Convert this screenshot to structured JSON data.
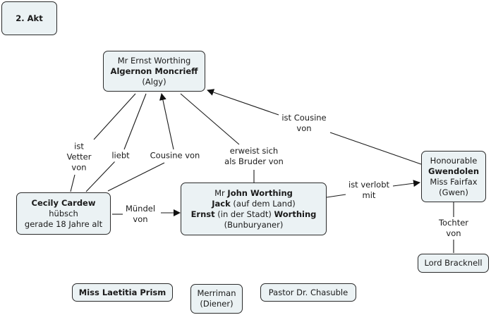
{
  "title": "2. Akt",
  "nodes": {
    "algernon": {
      "line1": "Mr Ernst Worthing",
      "line2": "Algernon Moncrieff",
      "line3": "(Algy)"
    },
    "cecily": {
      "line1": "Cecily Cardew",
      "line2": "hübsch",
      "line3": "gerade 18 Jahre alt"
    },
    "john": {
      "l1a": "Mr ",
      "l1b": "John Worthing",
      "l2a": "Jack",
      "l2b": " (auf dem Land)",
      "l3a": "Ernst",
      "l3b": " (in der Stadt) ",
      "l3c": "Worthing",
      "l4": "(Bunburyaner)"
    },
    "gwendolen": {
      "line1": "Honourable",
      "line2": "Gwendolen",
      "line3": "Miss Fairfax",
      "line4": "(Gwen)"
    },
    "bracknell": {
      "label": "Lord Bracknell"
    },
    "prism": {
      "label": "Miss Laetitia Prism"
    },
    "merriman": {
      "line1": "Merriman",
      "line2": "(Diener)"
    },
    "chasuble": {
      "label": "Pastor Dr. Chasuble"
    }
  },
  "links": {
    "vetter": {
      "line1": "ist",
      "line2": "Vetter",
      "line3": "von"
    },
    "liebt": {
      "label": "liebt"
    },
    "cousine_von": {
      "label": "Cousine von"
    },
    "bruder": {
      "line1": "erweist sich",
      "line2": "als Bruder von"
    },
    "ist_cousine": {
      "line1": "ist Cousine",
      "line2": "von"
    },
    "verlobt": {
      "line1": "ist verlobt",
      "line2": "mit"
    },
    "muendel": {
      "line1": "Mündel",
      "line2": "von"
    },
    "tochter": {
      "line1": "Tochter",
      "line2": "von"
    }
  }
}
